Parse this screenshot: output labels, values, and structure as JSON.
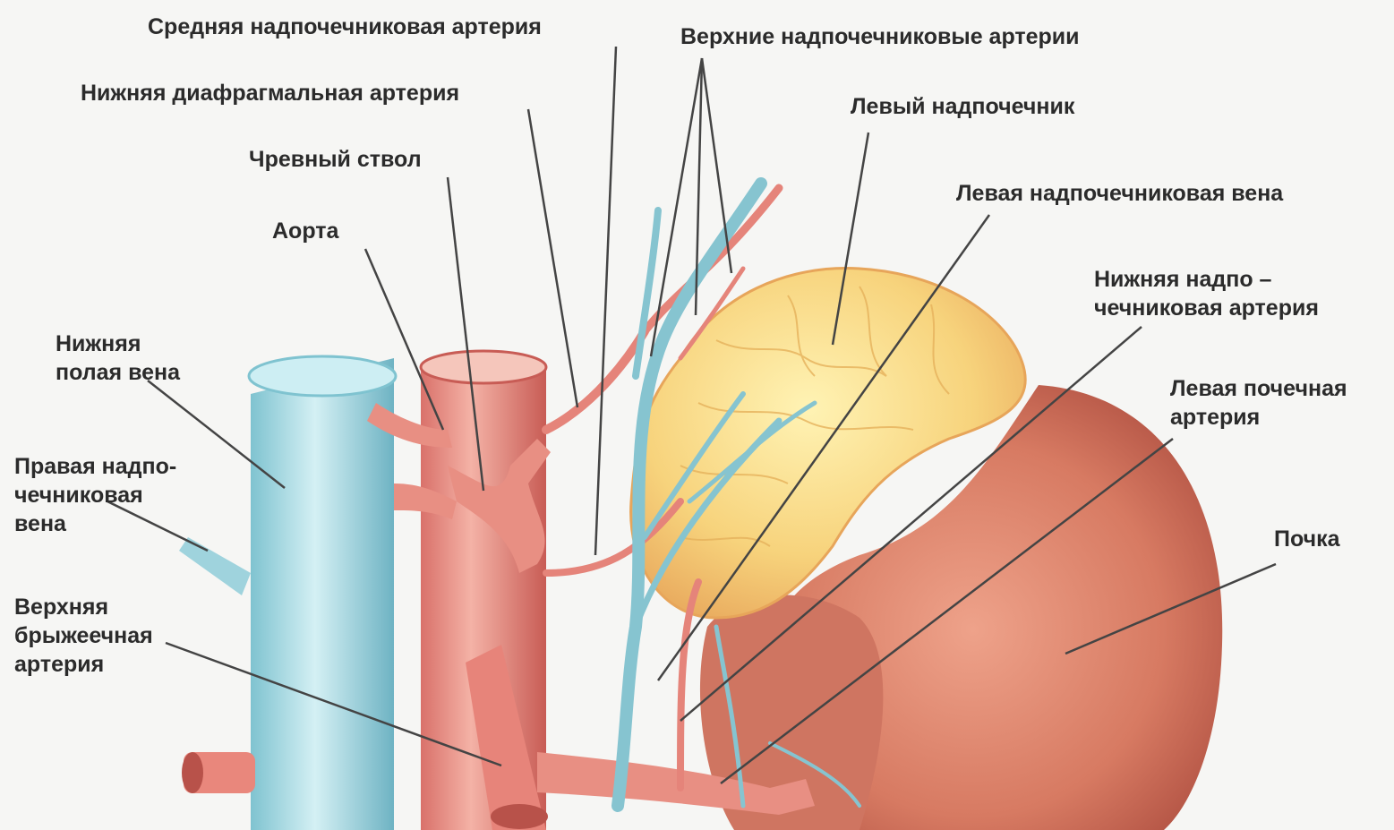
{
  "labels": {
    "middle_adrenal_artery": "Средняя надпочечниковая артерия",
    "superior_adrenal_arteries": "Верхние надпочечниковые артерии",
    "inferior_phrenic_artery": "Нижняя диафрагмальная артерия",
    "left_adrenal_gland": "Левый надпочечник",
    "celiac_trunk": "Чревный ствол",
    "left_adrenal_vein": "Левая надпочечниковая вена",
    "aorta": "Аорта",
    "inferior_adrenal_artery": [
      "Нижняя надпо –",
      "чечниковая артерия"
    ],
    "inferior_vena_cava": [
      "Нижняя",
      "полая вена"
    ],
    "left_renal_artery": [
      "Левая почечная",
      "артерия"
    ],
    "right_adrenal_vein": [
      "Правая надпо-",
      "чечниковая",
      "вена"
    ],
    "kidney": "Почка",
    "superior_mesenteric_artery": [
      "Верхняя",
      "брыжеечная",
      "артерия"
    ]
  },
  "colors": {
    "vein": "#a9dde6",
    "artery": "#e9877c",
    "adrenal": "#f6d27a",
    "kidney": "#d9806a",
    "leader_line": "#444444",
    "text": "#2b2b2b"
  }
}
